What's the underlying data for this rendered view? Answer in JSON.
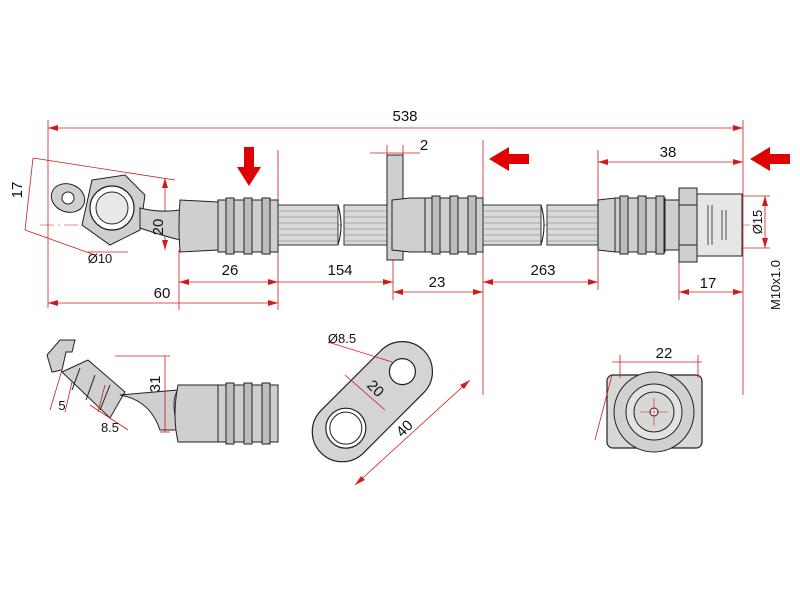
{
  "dimensions": {
    "total_length": "538",
    "bracket_thickness": "2",
    "end_length_right": "38",
    "fitting_angle_17": "17",
    "eye_height_20": "20",
    "eye_bore": "Ø10",
    "crimp_26": "26",
    "hose_154": "154",
    "bracket_23": "23",
    "hose_263": "263",
    "end_17": "17",
    "eye_to_crimp_60": "60",
    "nut_dia": "Ø15",
    "thread": "M10x1.0",
    "side_5": "5",
    "side_8_5": "8.5",
    "side_31": "31",
    "bracket_hole": "Ø8.5",
    "bracket_20": "20",
    "bracket_40": "40",
    "nut_22": "22"
  },
  "colors": {
    "dimension_line": "#d31a1a",
    "arrow": "#e00000",
    "outline": "#222222"
  },
  "icons": [
    "arrow-down-icon",
    "arrow-left-icon",
    "arrow-left-icon"
  ]
}
